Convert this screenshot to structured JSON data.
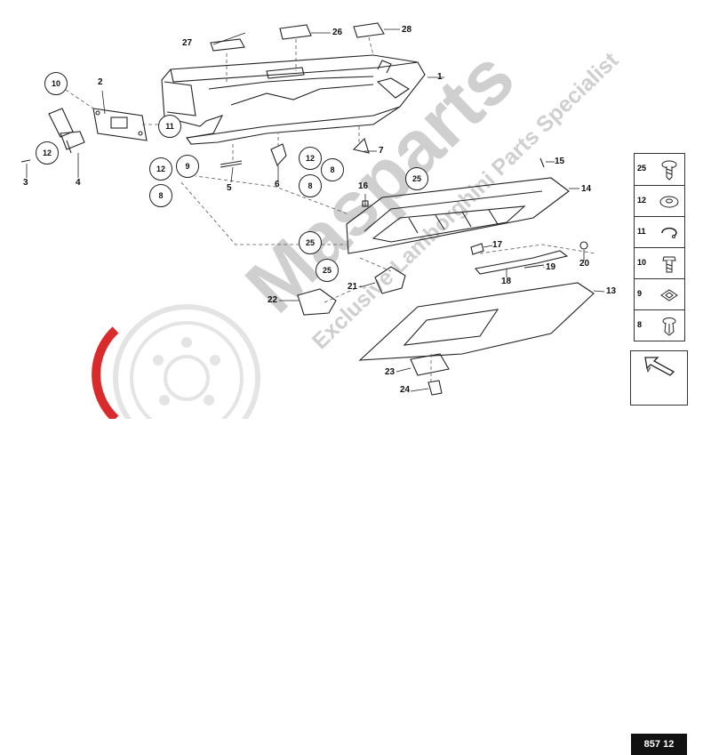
{
  "watermark": {
    "brand": "Masparts",
    "tagline": "Exclusive Lamborghini Parts Specialist",
    "brand_color": "#d92b2b"
  },
  "callouts": [
    {
      "n": "1"
    },
    {
      "n": "2"
    },
    {
      "n": "3"
    },
    {
      "n": "4"
    },
    {
      "n": "5"
    },
    {
      "n": "6"
    },
    {
      "n": "7"
    },
    {
      "n": "13"
    },
    {
      "n": "14"
    },
    {
      "n": "15"
    },
    {
      "n": "16"
    },
    {
      "n": "17"
    },
    {
      "n": "18"
    },
    {
      "n": "19"
    },
    {
      "n": "20"
    },
    {
      "n": "21"
    },
    {
      "n": "22"
    },
    {
      "n": "23"
    },
    {
      "n": "24"
    },
    {
      "n": "26"
    },
    {
      "n": "27"
    },
    {
      "n": "28"
    }
  ],
  "circled": [
    {
      "n": "10"
    },
    {
      "n": "11"
    },
    {
      "n": "12"
    },
    {
      "n": "12"
    },
    {
      "n": "9"
    },
    {
      "n": "8"
    },
    {
      "n": "12"
    },
    {
      "n": "8"
    },
    {
      "n": "8"
    },
    {
      "n": "25"
    },
    {
      "n": "25"
    },
    {
      "n": "25"
    }
  ],
  "legend": [
    {
      "n": "25",
      "icon": "screw-icon"
    },
    {
      "n": "12",
      "icon": "washer-icon"
    },
    {
      "n": "11",
      "icon": "circlip-icon"
    },
    {
      "n": "10",
      "icon": "bolt-icon"
    },
    {
      "n": "9",
      "icon": "clip-nut-icon"
    },
    {
      "n": "8",
      "icon": "expansion-rivet-icon"
    }
  ],
  "reference": {
    "code": "857 12",
    "icon": "arrow-icon"
  }
}
